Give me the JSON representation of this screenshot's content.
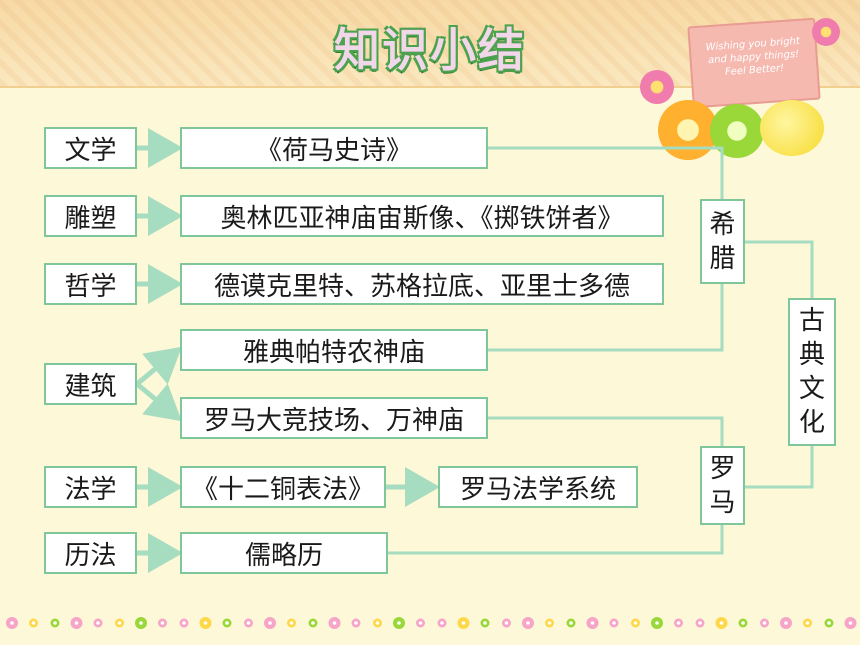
{
  "header": {
    "title": "知识小结",
    "note_lines": [
      "Wishing you bright",
      "and happy things!",
      "Feel Better!"
    ]
  },
  "subjects": [
    "文学",
    "雕塑",
    "哲学",
    "建筑",
    "法学",
    "历法"
  ],
  "items": {
    "literature": "《荷马史诗》",
    "sculpture": "奥林匹亚神庙宙斯像、《掷铁饼者》",
    "philosophy": "德谟克里特、苏格拉底、亚里士多德",
    "architecture_greece": "雅典帕特农神庙",
    "architecture_rome": "罗马大竞技场、万神庙",
    "law_source": "《十二铜表法》",
    "law_system": "罗马法学系统",
    "calendar": "儒略历"
  },
  "groups": {
    "greece": [
      "希",
      "腊"
    ],
    "rome": [
      "罗",
      "马"
    ],
    "classical": [
      "古",
      "典",
      "文",
      "化"
    ]
  },
  "colors": {
    "box_border": "#7fc79a",
    "connector": "#a6dcc0",
    "background": "#fdf8d8"
  }
}
